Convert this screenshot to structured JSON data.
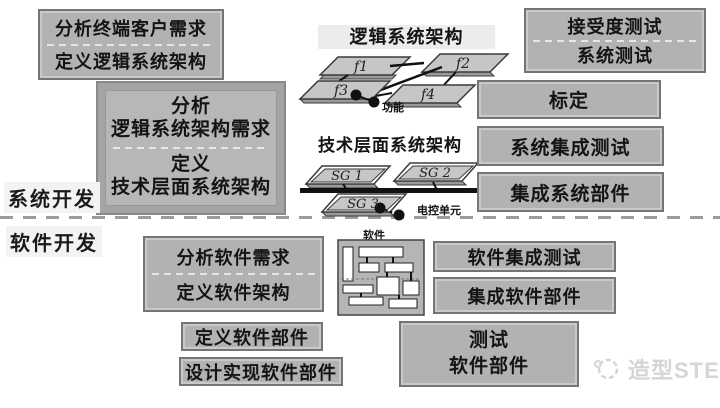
{
  "labels": {
    "system_dev": "系统开发",
    "software_dev": "软件开发"
  },
  "system_left": {
    "box1_row1": "分析终端客户需求",
    "box1_row2": "定义逻辑系统架构",
    "box2_cell1_line1": "分析",
    "box2_cell1_line2": "逻辑系统架构需求",
    "box2_cell2_line1": "定义",
    "box2_cell2_line2": "技术层面系统架构"
  },
  "system_right": {
    "box1_row1": "接受度测试",
    "box1_row2": "系统测试",
    "calibration": "标定",
    "integration_test": "系统集成测试",
    "integrate_components": "集成系统部件"
  },
  "software_left": {
    "box1_row1": "分析软件需求",
    "box1_row2": "定义软件架构",
    "define_components": "定义软件部件",
    "design_implement": "设计实现软件部件"
  },
  "software_right": {
    "integration_test": "软件集成测试",
    "integrate_components": "集成软件部件",
    "test_line1": "测试",
    "test_line2": "软件部件"
  },
  "center": {
    "logical_title": "逻辑系统架构",
    "f1": "f1",
    "f2": "f2",
    "f3": "f3",
    "f4": "f4",
    "function_label": "功能",
    "tech_title": "技术层面系统架构",
    "sg1": "SG 1",
    "sg2": "SG 2",
    "sg3": "SG 3",
    "ecu_label": "电控单元",
    "software_label": "软件"
  },
  "watermark": {
    "text": "造型STE"
  },
  "colors": {
    "box_fill": "#b2b2b2",
    "box_border": "#757575",
    "plate_fill": "#c6c6c6",
    "bar_black": "#111111",
    "watermark_gray": "#d5d5d5"
  }
}
